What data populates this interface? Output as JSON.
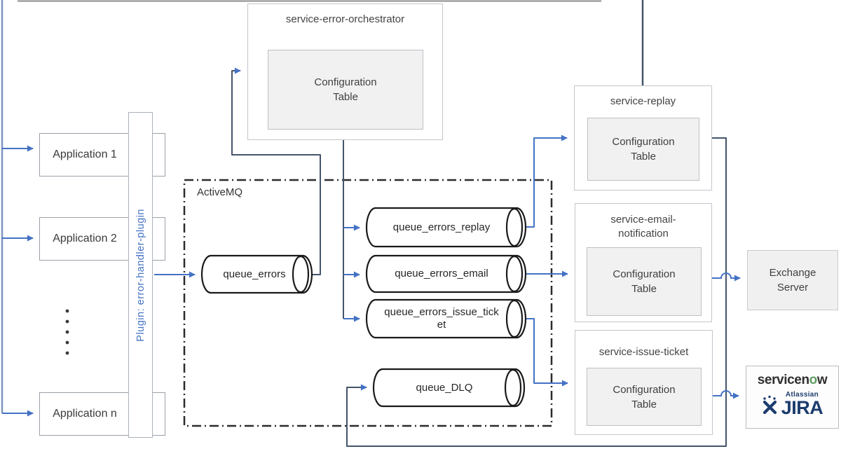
{
  "labels": {
    "config_table": "Configuration Table",
    "activemq": "ActiveMQ"
  },
  "applications": [
    {
      "label": "Application 1"
    },
    {
      "label": "Application 2"
    },
    {
      "label": "Application n"
    }
  ],
  "plugin": {
    "label": "Plugin: error-handler-plugin"
  },
  "queues": {
    "errors": {
      "label": "queue_errors"
    },
    "replay": {
      "label": "queue_errors_replay"
    },
    "email": {
      "label": "queue_errors_email"
    },
    "issue_ticket": {
      "label_line1": "queue_errors_issue_tick",
      "label_line2": "et"
    },
    "dlq": {
      "label": "queue_DLQ"
    }
  },
  "services": {
    "orchestrator": {
      "title": "service-error-orchestrator"
    },
    "replay": {
      "title": "service-replay"
    },
    "email_notification": {
      "title": "service-email-notification"
    },
    "issue_ticket": {
      "title": "service-issue-ticket"
    }
  },
  "external": {
    "exchange": {
      "label": "Exchange Server"
    },
    "servicenow": {
      "part1": "servicen",
      "part2": "o",
      "part3": "w"
    },
    "atlassian": {
      "brand": "Atlassian",
      "product": "JIRA"
    }
  },
  "colors": {
    "arrow_blue": "#4472c4",
    "line_steel": "#44546a",
    "rail_blue": "#7d95bd",
    "plugin_text": "#4472c4",
    "servicenow_green": "#5f9e62",
    "jira_navy": "#1d3c6e"
  }
}
